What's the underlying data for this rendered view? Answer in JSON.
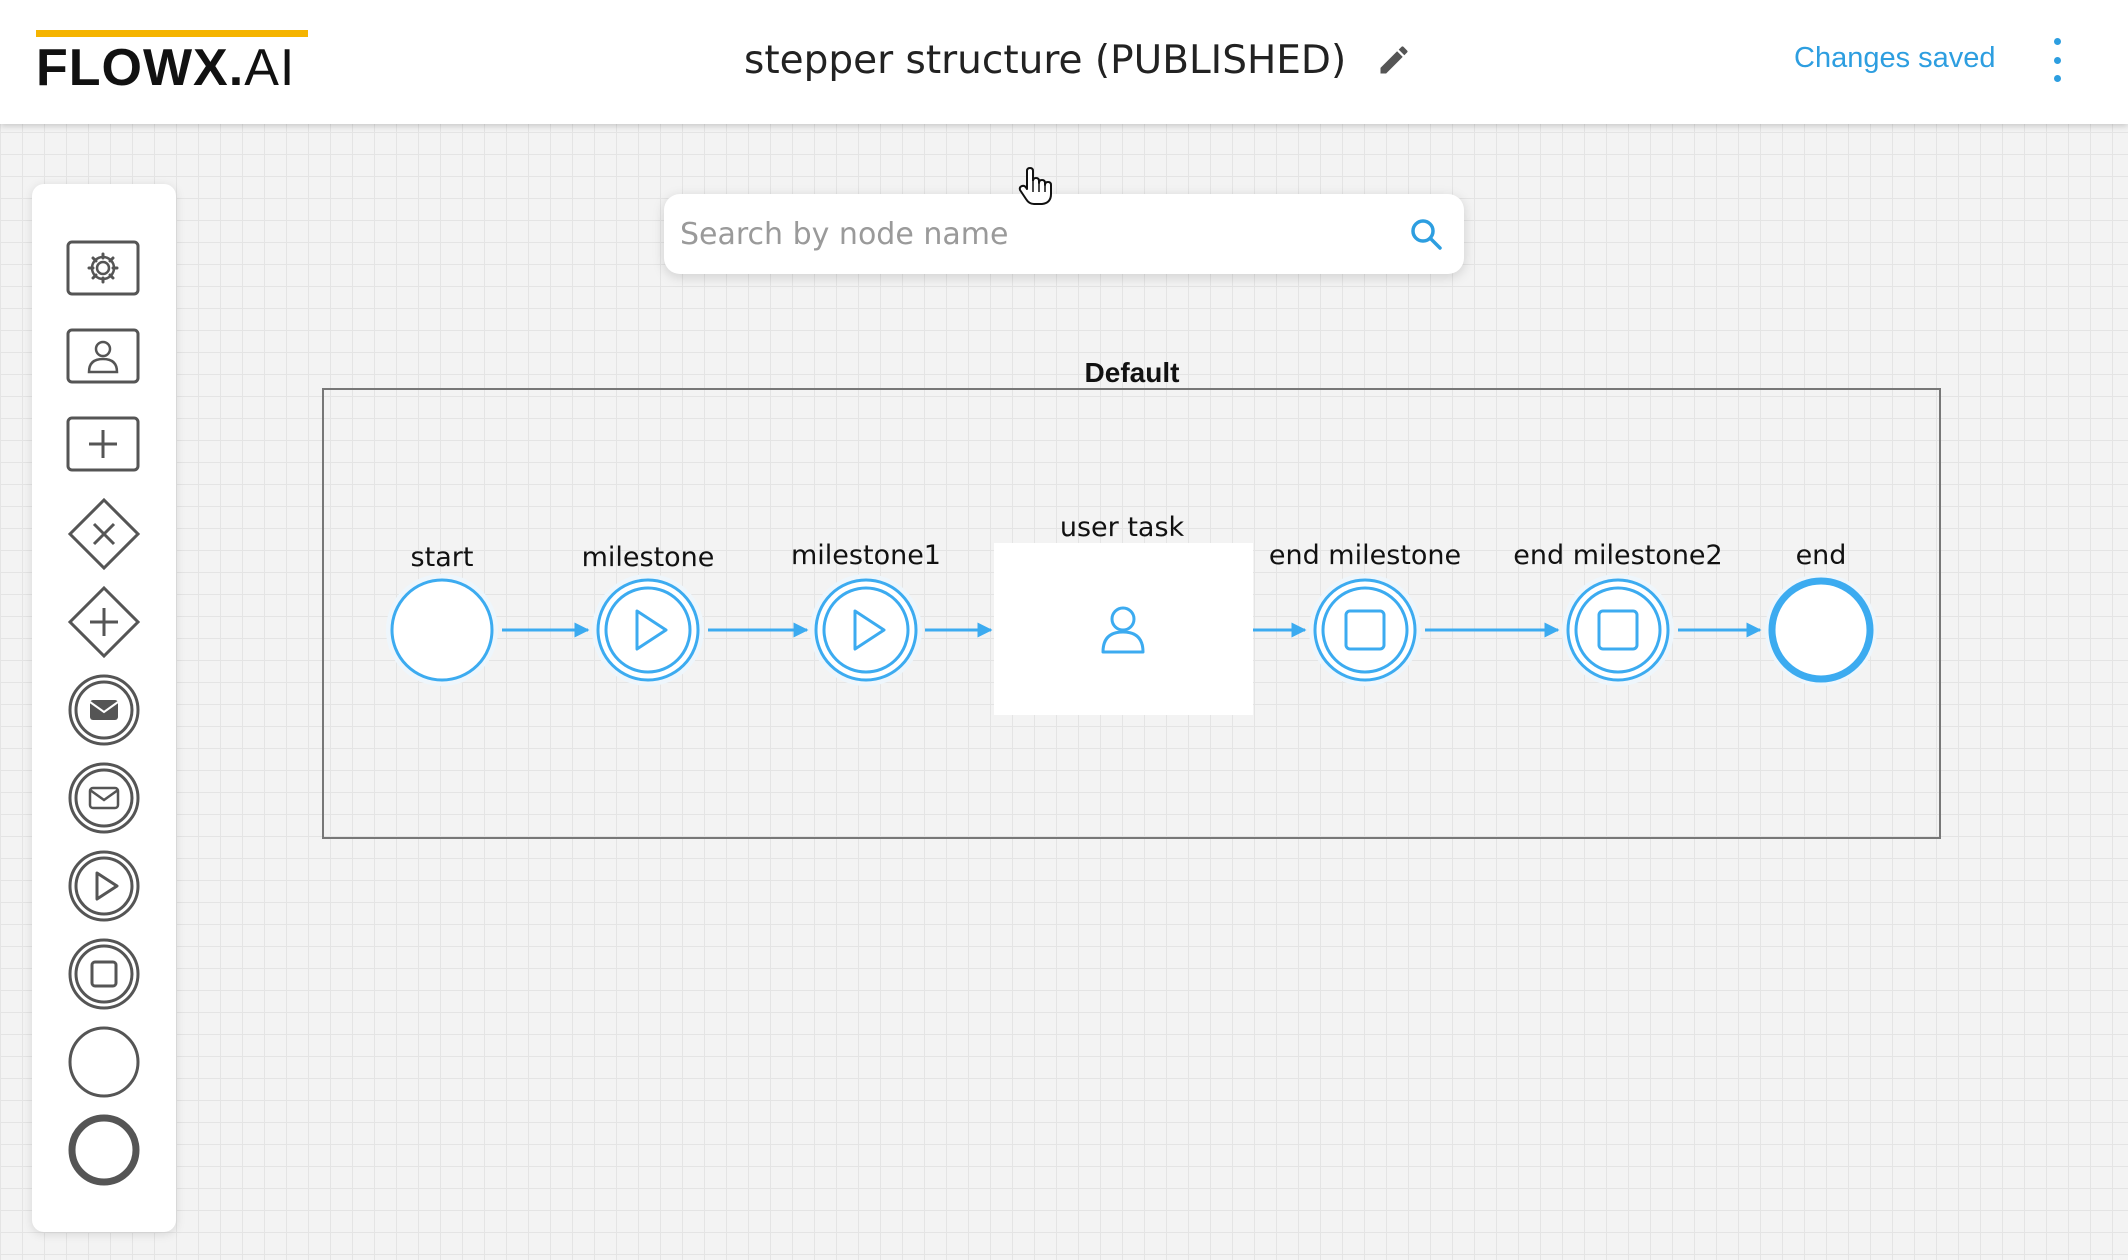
{
  "header": {
    "logo_bold": "FLOWX.",
    "logo_light": "AI",
    "title": "stepper structure (PUBLISHED)",
    "status": "Changes saved"
  },
  "search": {
    "placeholder": "Search by node name"
  },
  "palette": {
    "tools": [
      "gear-icon",
      "user-task-icon",
      "plus-icon",
      "exclusive-gateway-icon",
      "parallel-gateway-icon",
      "message-send-icon",
      "message-receive-icon",
      "start-milestone-icon",
      "end-milestone-icon",
      "start-event-icon",
      "end-event-icon"
    ]
  },
  "diagram": {
    "swimlane_title": "Default",
    "nodes": {
      "start": "start",
      "milestone": "milestone",
      "milestone1": "milestone1",
      "user_task": "user task",
      "end_milestone": "end milestone",
      "end_milestone2": "end milestone2",
      "end": "end"
    }
  },
  "colors": {
    "accent": "#3cabf0",
    "brand_yellow": "#f5b400",
    "status_blue": "#2d9ee0",
    "palette_stroke": "#555555"
  }
}
